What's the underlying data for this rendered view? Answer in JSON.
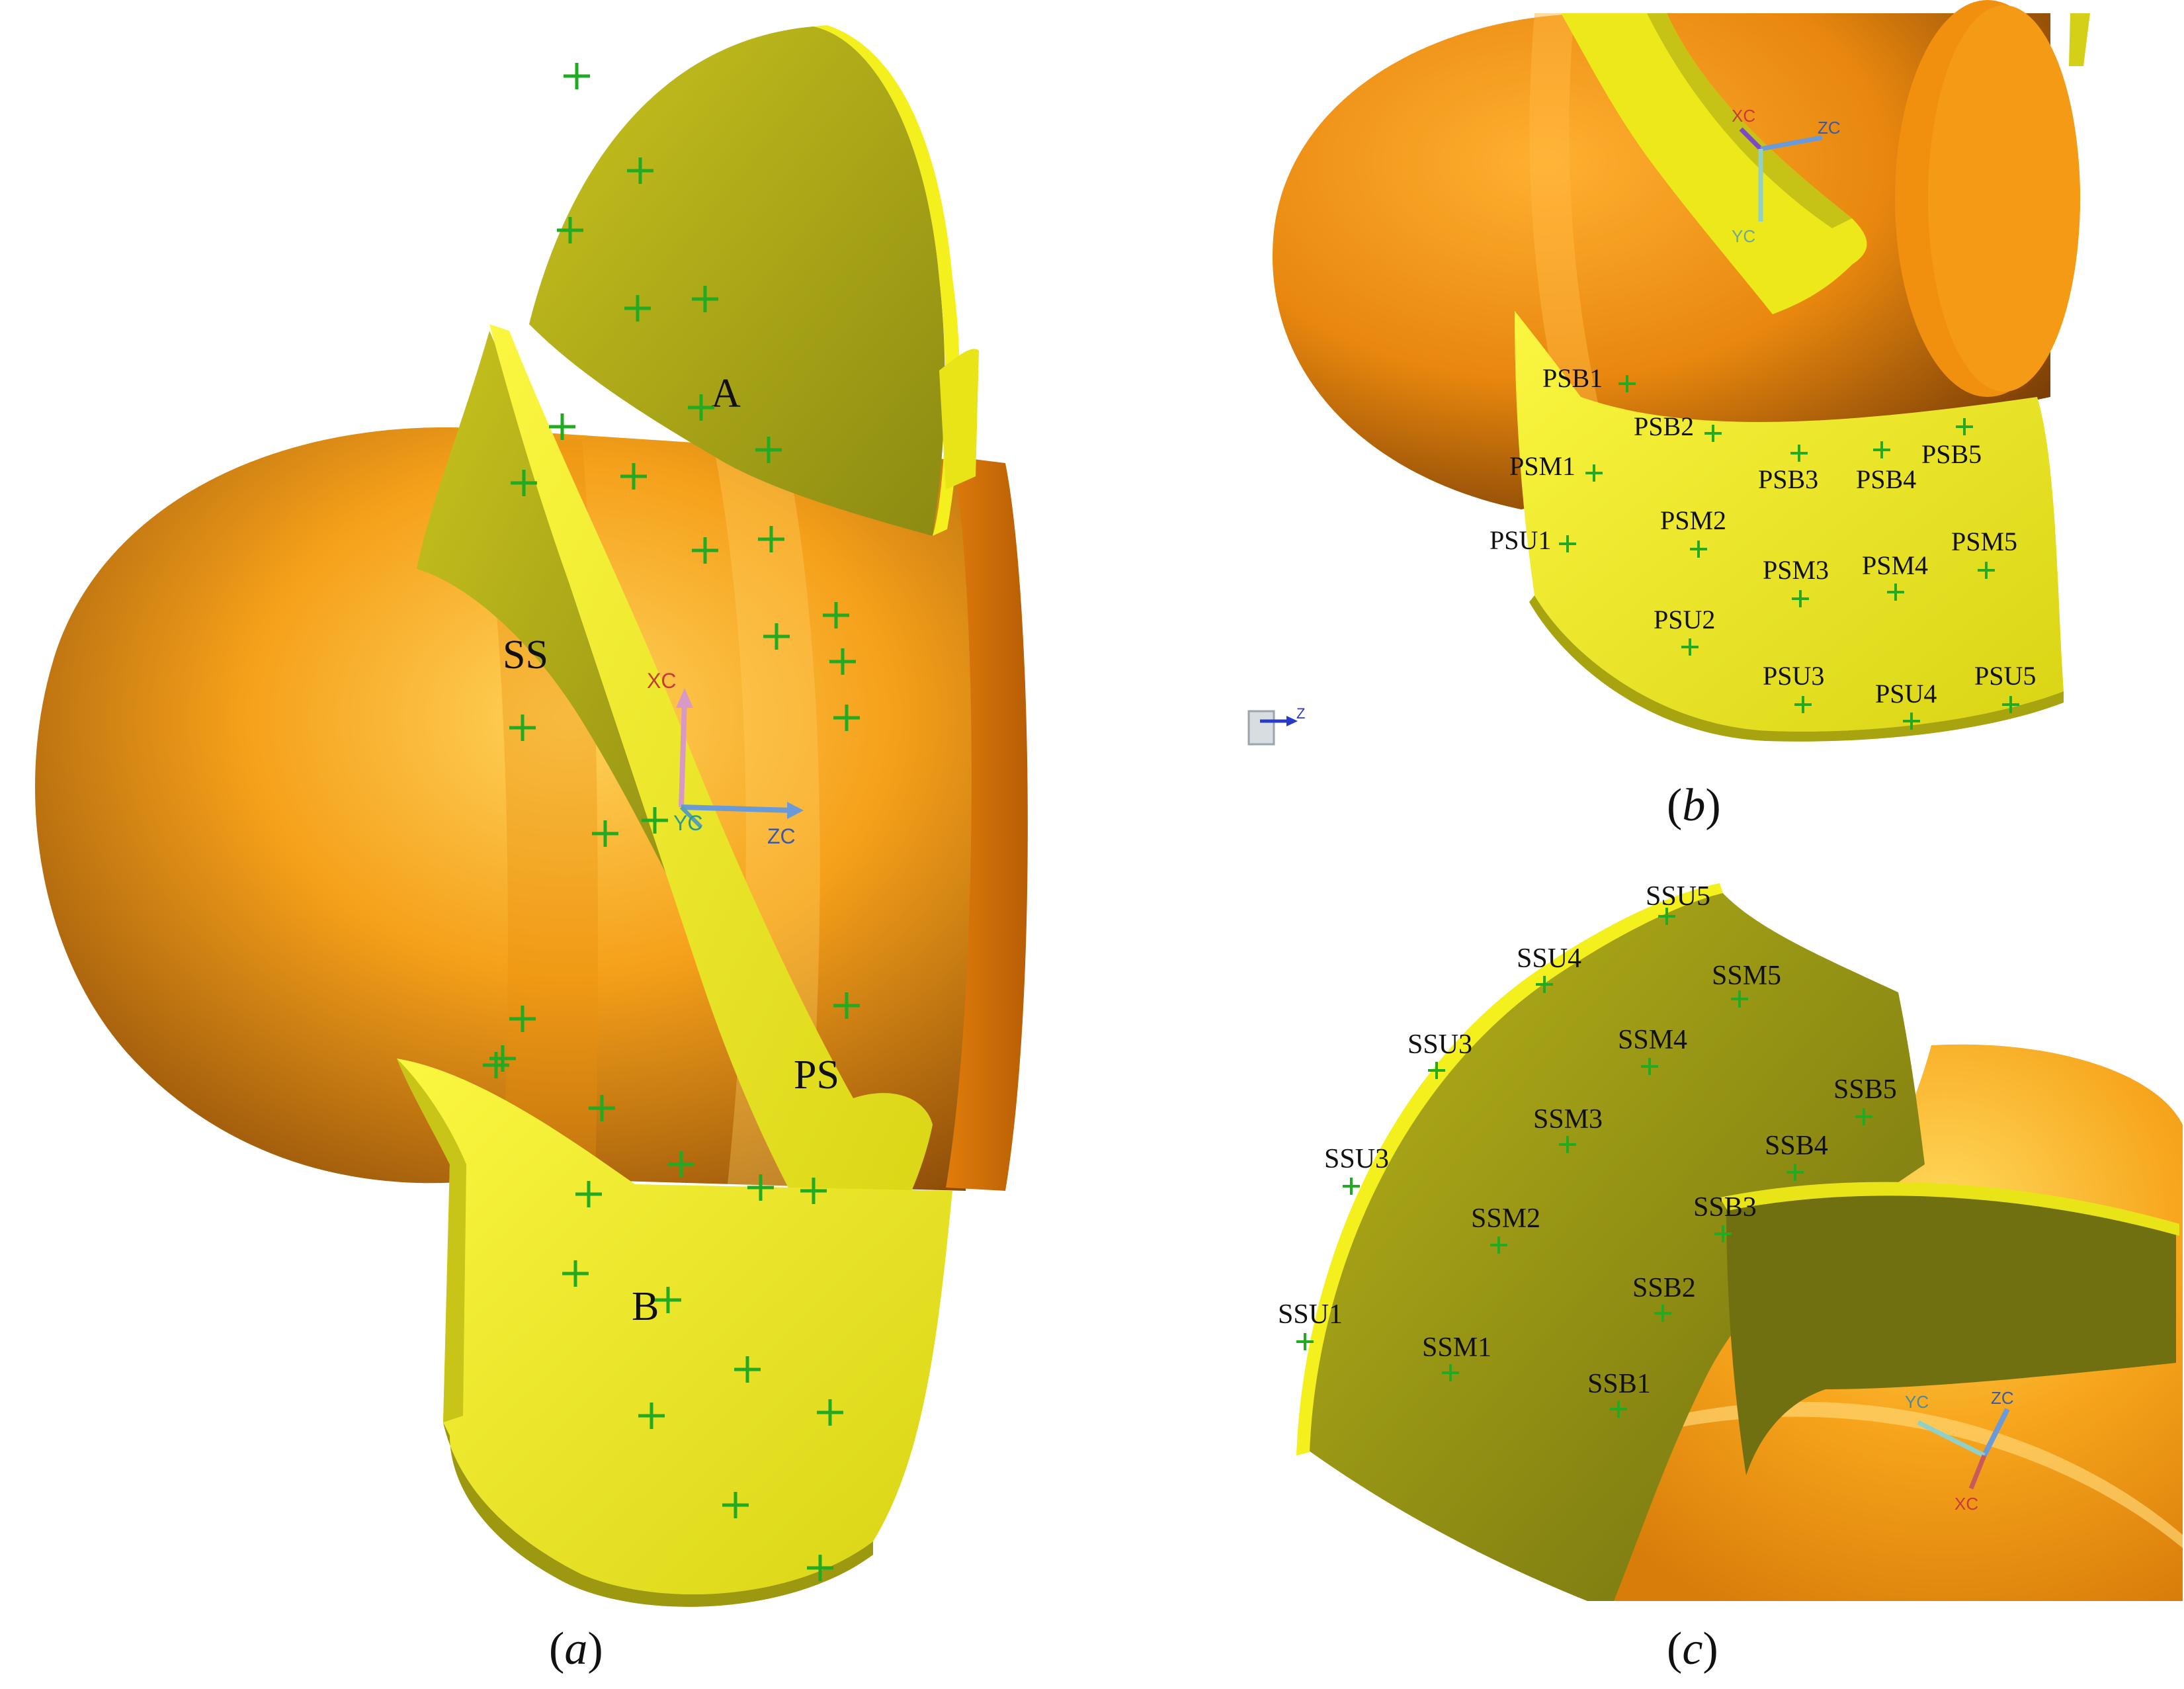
{
  "panels": {
    "a": {
      "caption_letter": "a",
      "labels": {
        "blade_top": "A",
        "blade_bottom": "B",
        "suction_side": "SS",
        "pressure_side": "PS"
      },
      "axes": {
        "x": "XC",
        "y": "YC",
        "z": "ZC"
      }
    },
    "b": {
      "caption_letter": "b",
      "axes": {
        "x": "XC",
        "y": "YC",
        "z": "ZC"
      },
      "points": [
        "PSB1",
        "PSB2",
        "PSB3",
        "PSB4",
        "PSB5",
        "PSM1",
        "PSM2",
        "PSM3",
        "PSM4",
        "PSM5",
        "PSU1",
        "PSU2",
        "PSU3",
        "PSU4",
        "PSU5"
      ]
    },
    "c": {
      "caption_letter": "c",
      "axes": {
        "x": "XC",
        "y": "YC",
        "z": "ZC"
      },
      "points": [
        "SSU5",
        "SSU4",
        "SSM5",
        "SSU3",
        "SSM4",
        "SSB5",
        "SSM3",
        "SSB4",
        "SSU3",
        "SSB3",
        "SSM2",
        "SSB2",
        "SSU1",
        "SSM1",
        "SSB1"
      ]
    },
    "view_triad": {
      "z": "Z"
    }
  },
  "colors": {
    "hub_orange": "#f39a12",
    "blade_yellow": "#f4f01e",
    "blade_olive": "#a8a418",
    "marker_green": "#22aa22"
  }
}
